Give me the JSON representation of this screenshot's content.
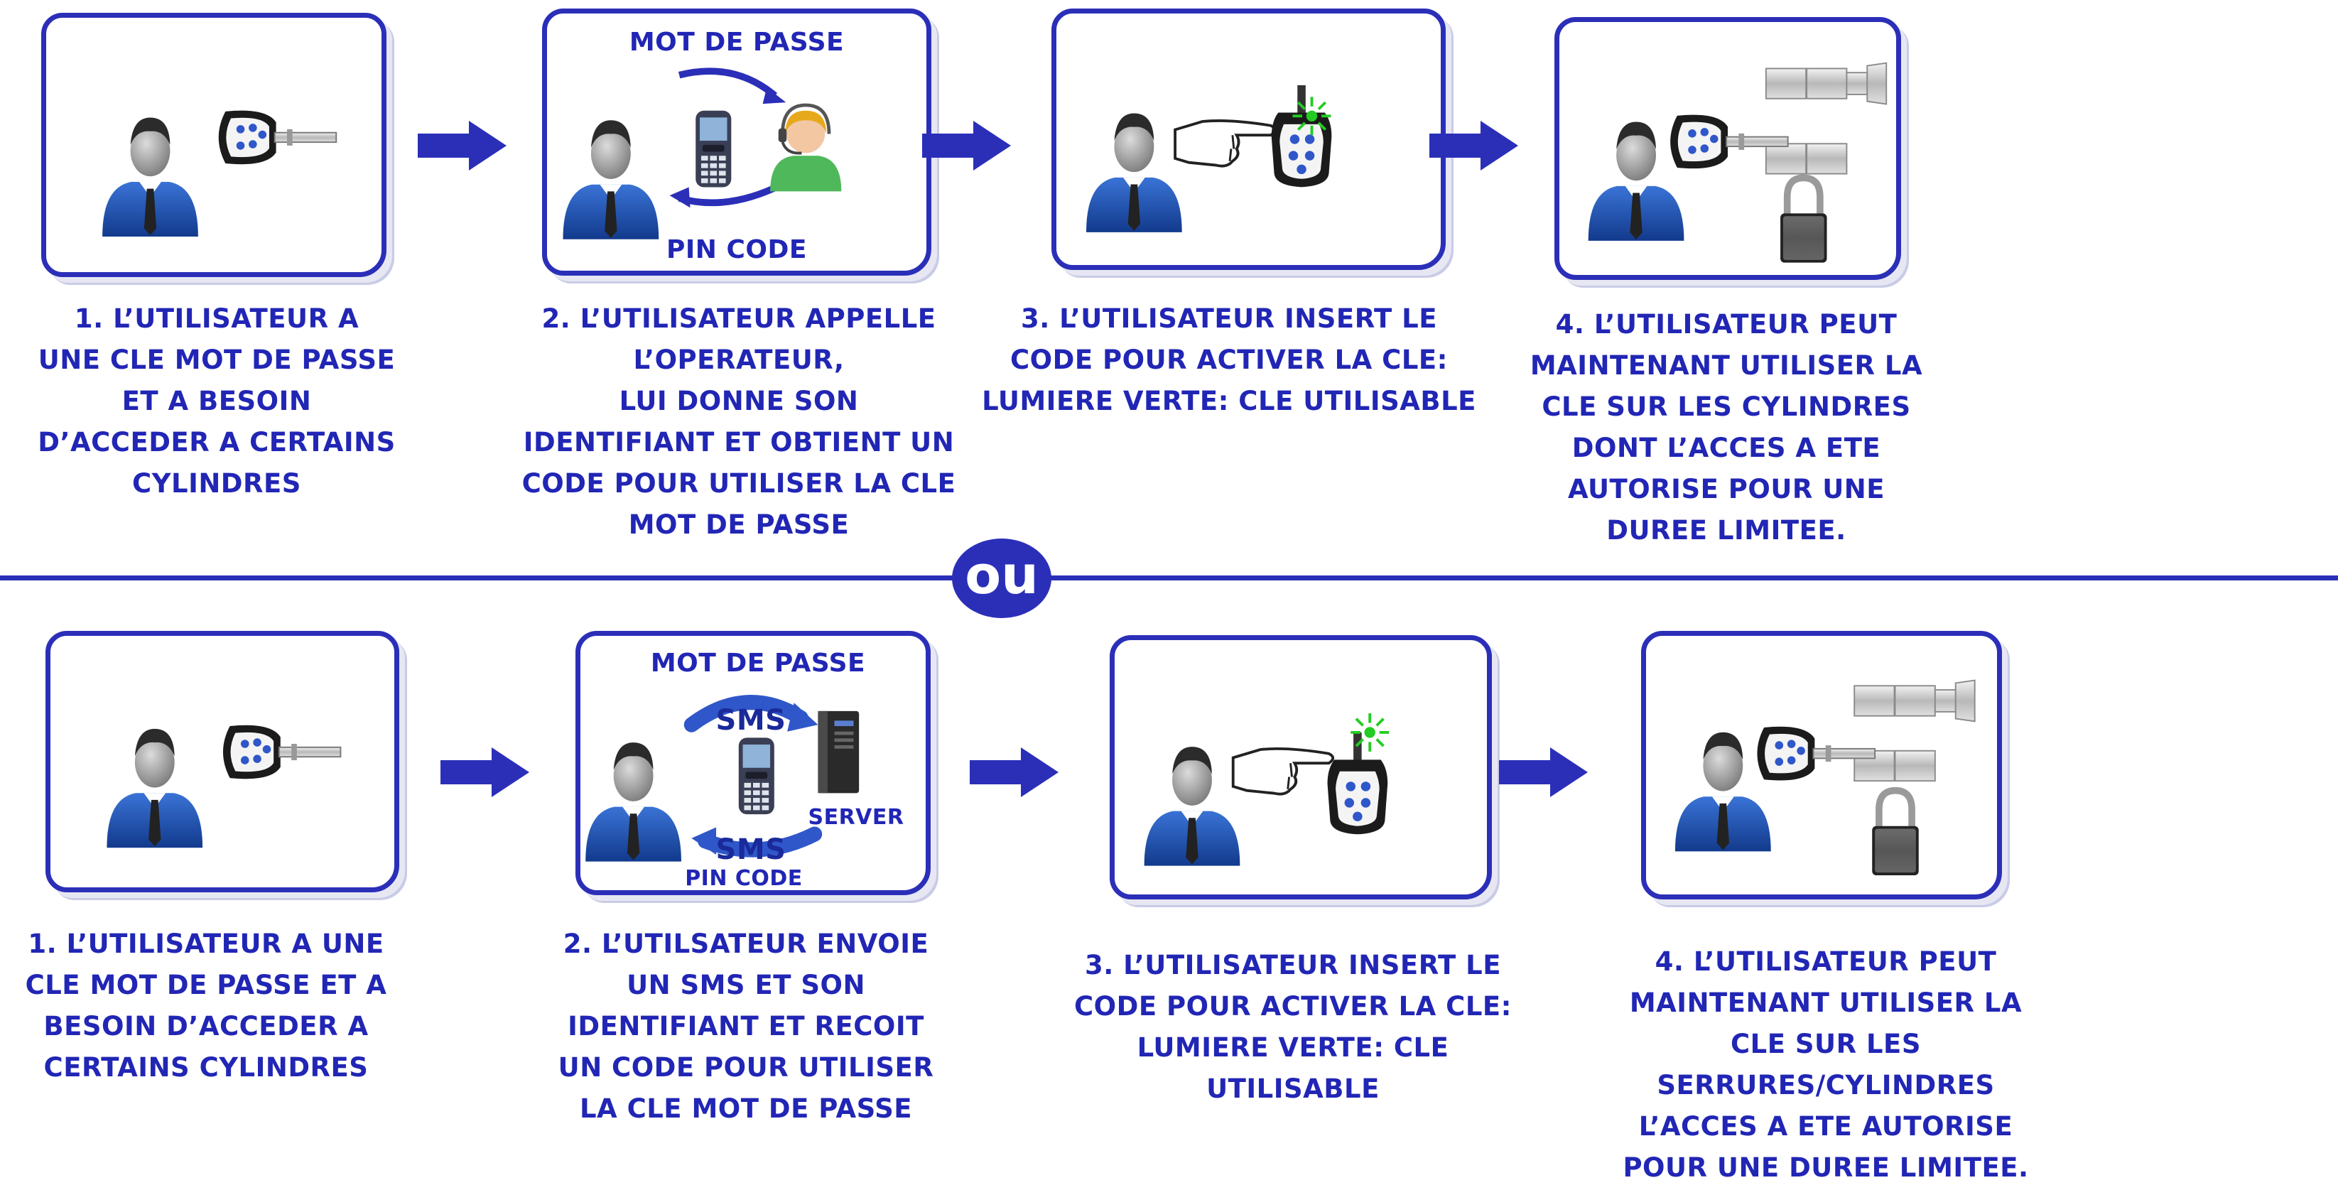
{
  "separator_label": "ou",
  "top_row": {
    "step2_labels": {
      "top": "MOT DE PASSE",
      "bottom": "PIN CODE"
    },
    "captions": [
      [
        "1. L’UTILISATEUR A",
        "UNE CLE MOT DE PASSE",
        "ET A BESOIN",
        "D’ACCEDER A CERTAINS",
        "CYLINDRES"
      ],
      [
        "2. L’UTILISATEUR APPELLE",
        "L’OPERATEUR,",
        "LUI DONNE SON",
        "IDENTIFIANT ET OBTIENT UN",
        "CODE POUR UTILISER LA CLE",
        "MOT DE PASSE"
      ],
      [
        "3. L’UTILISATEUR INSERT LE",
        "CODE POUR ACTIVER LA CLE:",
        "LUMIERE VERTE: CLE UTILISABLE"
      ],
      [
        "4. L’UTILISATEUR PEUT",
        "MAINTENANT UTILISER LA",
        "CLE SUR LES CYLINDRES",
        "DONT L’ACCES A ETE",
        "AUTORISE POUR UNE",
        "DUREE LIMITEE."
      ]
    ]
  },
  "bottom_row": {
    "step2_labels": {
      "top": "MOT DE PASSE",
      "sms1": "SMS",
      "server": "SERVER",
      "sms2": "SMS",
      "bottom": "PIN CODE"
    },
    "captions": [
      [
        "1. L’UTILISATEUR A UNE",
        "CLE MOT DE PASSE ET A",
        "BESOIN D’ACCEDER A",
        "CERTAINS CYLINDRES"
      ],
      [
        "2. L’UTILSATEUR ENVOIE",
        "UN SMS ET SON",
        "IDENTIFIANT ET RECOIT",
        "UN CODE POUR UTILISER",
        "LA CLE MOT DE PASSE"
      ],
      [
        "3. L’UTILISATEUR INSERT LE",
        "CODE POUR ACTIVER LA CLE:",
        "LUMIERE VERTE: CLE",
        "UTILISABLE"
      ],
      [
        "4. L’UTILISATEUR PEUT",
        "MAINTENANT UTILISER LA",
        "CLE SUR LES",
        "SERRURES/CYLINDRES",
        "L’ACCES A ETE AUTORISE",
        "POUR UNE DUREE LIMITEE."
      ]
    ]
  },
  "colors": {
    "accent": "#2b2fb8",
    "text": "#2126b5",
    "person": "#1f4fa8",
    "led": "#22cc22"
  }
}
